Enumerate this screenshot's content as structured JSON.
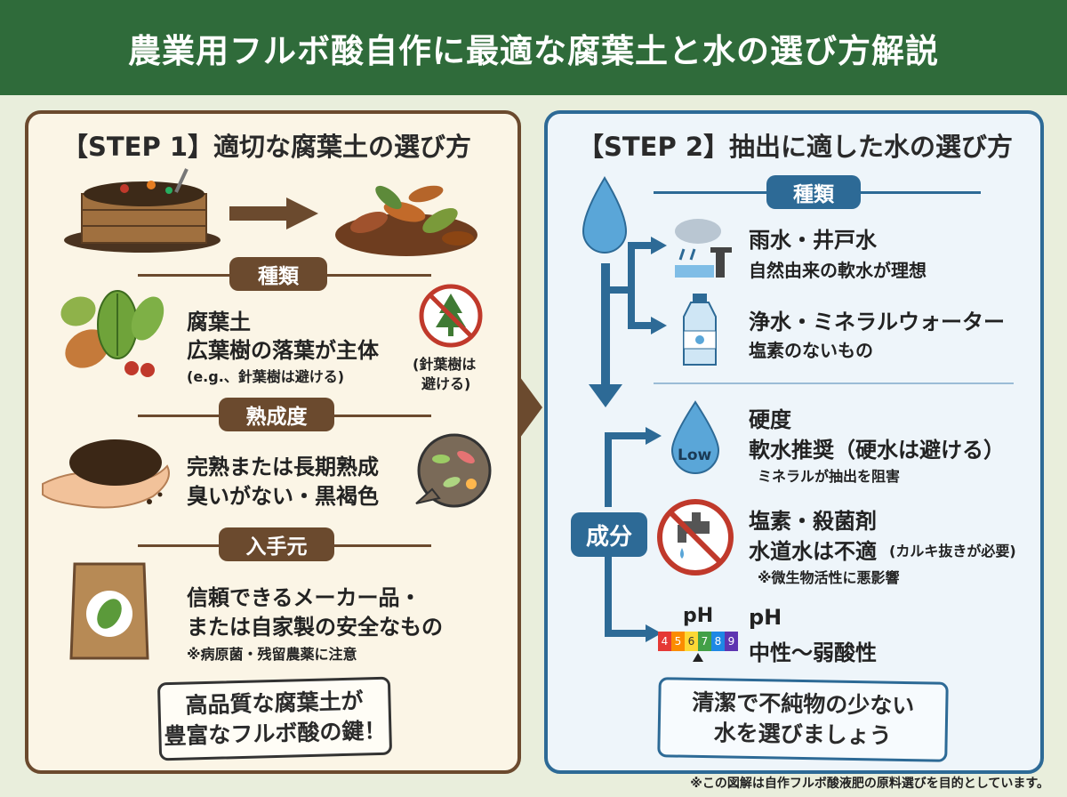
{
  "title": "農業用フルボ酸自作に最適な腐葉土と水の選び方解説",
  "step1": {
    "heading": "【STEP 1】適切な腐葉土の選び方",
    "sections": {
      "type": {
        "label": "種類",
        "line1": "腐葉土",
        "line2": "広葉樹の落葉が主体",
        "line3": "(e.g.、針葉樹は避ける)",
        "conifer_note_1": "(針葉樹は",
        "conifer_note_2": "避ける)"
      },
      "maturity": {
        "label": "熟成度",
        "line1": "完熟または長期熟成",
        "line2": "臭いがない・黒褐色"
      },
      "source": {
        "label": "入手元",
        "line1": "信頼できるメーカー品・",
        "line2": "または自家製の安全なもの",
        "line3": "※病原菌・残留農薬に注意"
      }
    },
    "callout_1": "高品質な腐葉土が",
    "callout_2": "豊富なフルボ酸の鍵！"
  },
  "step2": {
    "heading": "【STEP 2】抽出に適した水の選び方",
    "type_label": "種類",
    "rain": {
      "line1": "雨水・井戸水",
      "line2": "自然由来の軟水が理想"
    },
    "purified": {
      "line1": "浄水・ミネラルウォーター",
      "line2": "塩素のないもの"
    },
    "component_label": "成分",
    "hardness": {
      "drop_text": "Low",
      "line1": "硬度",
      "line2": "軟水推奨（硬水は避ける）",
      "line3": "ミネラルが抽出を阻害"
    },
    "chlorine": {
      "line1": "塩素・殺菌剤",
      "line2": "水道水は不適",
      "line2_note": "(カルキ抜きが必要)",
      "line3": "※微生物活性に悪影響"
    },
    "ph": {
      "icon_label": "pH",
      "scale": [
        "4",
        "5",
        "6",
        "7",
        "8",
        "9"
      ],
      "line1": "pH",
      "line2": "中性〜弱酸性"
    },
    "callout_1": "清潔で不純物の少ない",
    "callout_2": "水を選びましょう"
  },
  "footnote": "※この図解は自作フルボ酸液肥の原料選びを目的としています。",
  "colors": {
    "header": "#2f6b3a",
    "brown": "#6b4a2e",
    "blue": "#2d6a96",
    "left_bg": "#fbf5e6",
    "right_bg": "#eef5fa"
  }
}
